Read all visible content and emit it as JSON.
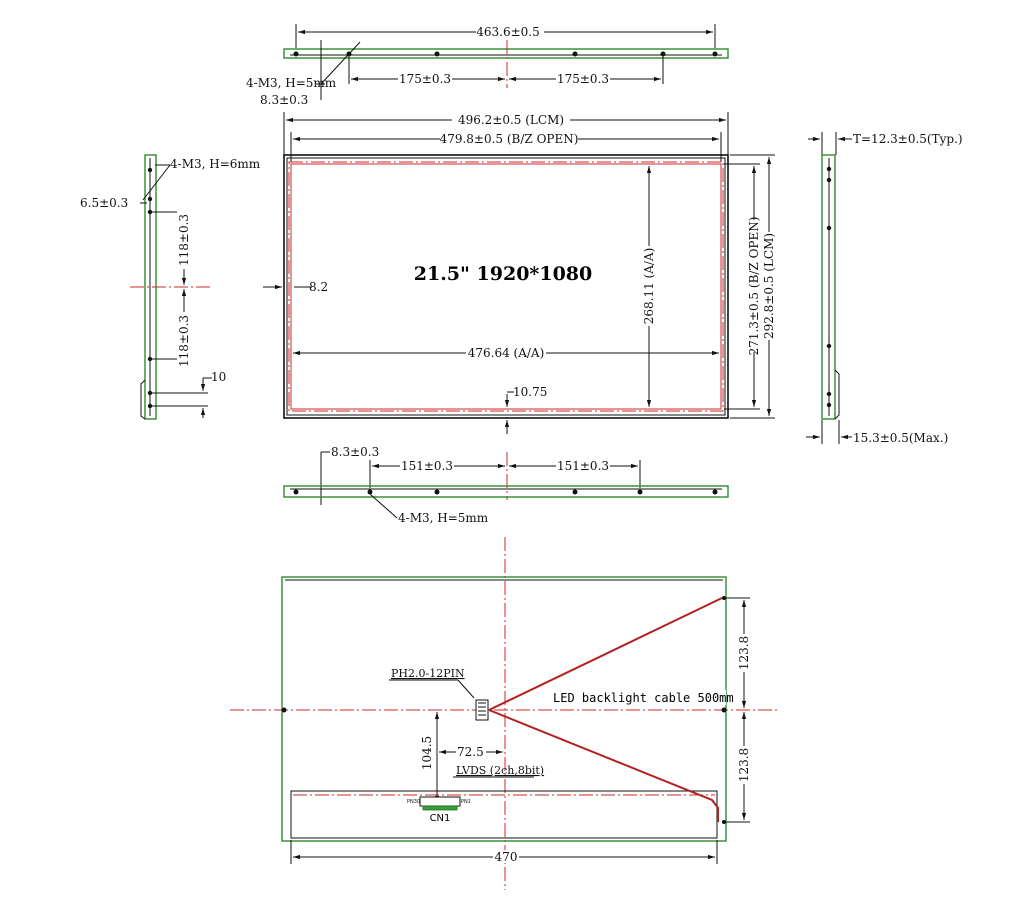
{
  "colors": {
    "outline": "#111111",
    "frame_green": "#2e8b2e",
    "center_red": "#cc2a2a"
  },
  "top_view": {
    "width_dim": "463.6±0.5",
    "left_pitch": "175±0.3",
    "right_pitch": "175±0.3",
    "screw_note": "4-M3, H=5mm",
    "offset_dim": "8.3±0.3"
  },
  "front_view": {
    "model_label": "21.5\"  1920*1080",
    "lcm_width": "496.2±0.5 (LCM)",
    "bz_width": "479.8±0.5 (B/Z OPEN)",
    "aa_width": "476.64 (A/A)",
    "aa_height": "268.11 (A/A)",
    "bz_height": "271.3±0.5 (B/Z OPEN)",
    "lcm_height": "292.8±0.5 (LCM)",
    "left_offset": "8.2",
    "bottom_offset": "10.75"
  },
  "left_view": {
    "screw_note": "4-M3, H=6mm",
    "edge_dim": "6.5±0.3",
    "upper_pitch": "118±0.3",
    "lower_pitch": "118±0.3",
    "bottom_dim": "10"
  },
  "right_view": {
    "thickness_typ": "T=12.3±0.5(Typ.)",
    "thickness_max": "15.3±0.5(Max.)"
  },
  "bottom_view": {
    "offset_dim": "8.3±0.3",
    "left_pitch": "151±0.3",
    "right_pitch": "151±0.3",
    "screw_note": "4-M3, H=5mm"
  },
  "rear_view": {
    "connector_label": "PH2.0-12PIN",
    "cable_label": "LED backlight cable 500mm",
    "upper_dim": "123.8",
    "lower_dim": "123.8",
    "cn_vertical": "104.5",
    "cn_horizontal": "72.5",
    "lvds_label": "LVDS (2ch,8bit)",
    "cn_name": "CN1",
    "pin_left": "PN30",
    "pin_right": "PN1",
    "board_width": "470"
  }
}
